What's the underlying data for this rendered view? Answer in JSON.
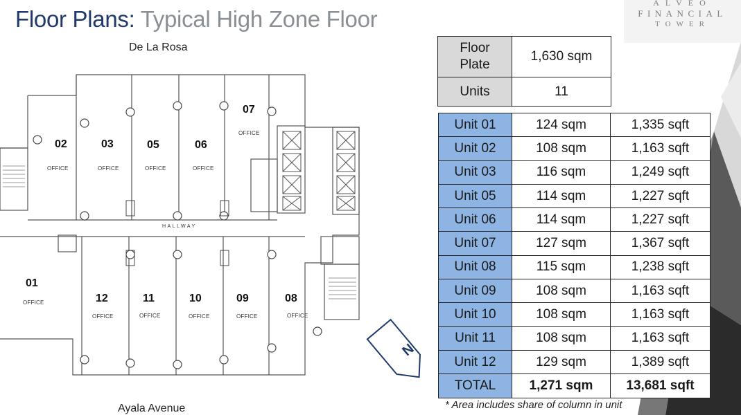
{
  "title": {
    "main": "Floor Plans:",
    "sub": "Typical High Zone Floor"
  },
  "logo": {
    "line1": "ALVEO",
    "line2": "FINANCIAL",
    "line3": "TOWER"
  },
  "streets": {
    "top": "De La Rosa",
    "bottom": "Ayala Avenue"
  },
  "floorplan": {
    "hallway": "HALLWAY",
    "north": "N",
    "office_label": "OFFICE",
    "units": [
      "02",
      "03",
      "05",
      "06",
      "07",
      "01",
      "12",
      "11",
      "10",
      "09",
      "08"
    ]
  },
  "summary": {
    "floor_plate_label": "Floor Plate",
    "floor_plate_value": "1,630 sqm",
    "units_label": "Units",
    "units_value": "11"
  },
  "unit_table": [
    {
      "unit": "Unit 01",
      "sqm": "124 sqm",
      "sqft": "1,335 sqft"
    },
    {
      "unit": "Unit 02",
      "sqm": "108 sqm",
      "sqft": "1,163 sqft"
    },
    {
      "unit": "Unit 03",
      "sqm": "116 sqm",
      "sqft": "1,249 sqft"
    },
    {
      "unit": "Unit 05",
      "sqm": "114 sqm",
      "sqft": "1,227 sqft"
    },
    {
      "unit": "Unit 06",
      "sqm": "114 sqm",
      "sqft": "1,227 sqft"
    },
    {
      "unit": "Unit 07",
      "sqm": "127 sqm",
      "sqft": "1,367 sqft"
    },
    {
      "unit": "Unit 08",
      "sqm": "115 sqm",
      "sqft": "1,238 sqft"
    },
    {
      "unit": "Unit 09",
      "sqm": "108 sqm",
      "sqft": "1,163 sqft"
    },
    {
      "unit": "Unit 10",
      "sqm": "108 sqm",
      "sqft": "1,163 sqft"
    },
    {
      "unit": "Unit 11",
      "sqm": "108 sqm",
      "sqft": "1,163 sqft"
    },
    {
      "unit": "Unit 12",
      "sqm": "129 sqm",
      "sqft": "1,389 sqft"
    }
  ],
  "total": {
    "unit": "TOTAL",
    "sqm": "1,271 sqm",
    "sqft": "13,681 sqft"
  },
  "footnote": "* Area includes share of column in unit",
  "colors": {
    "title_blue": "#1f3a6b",
    "title_grey": "#8a8f96",
    "unit_cell_blue": "#8db4e2",
    "header_grey": "#d9d9d9"
  }
}
